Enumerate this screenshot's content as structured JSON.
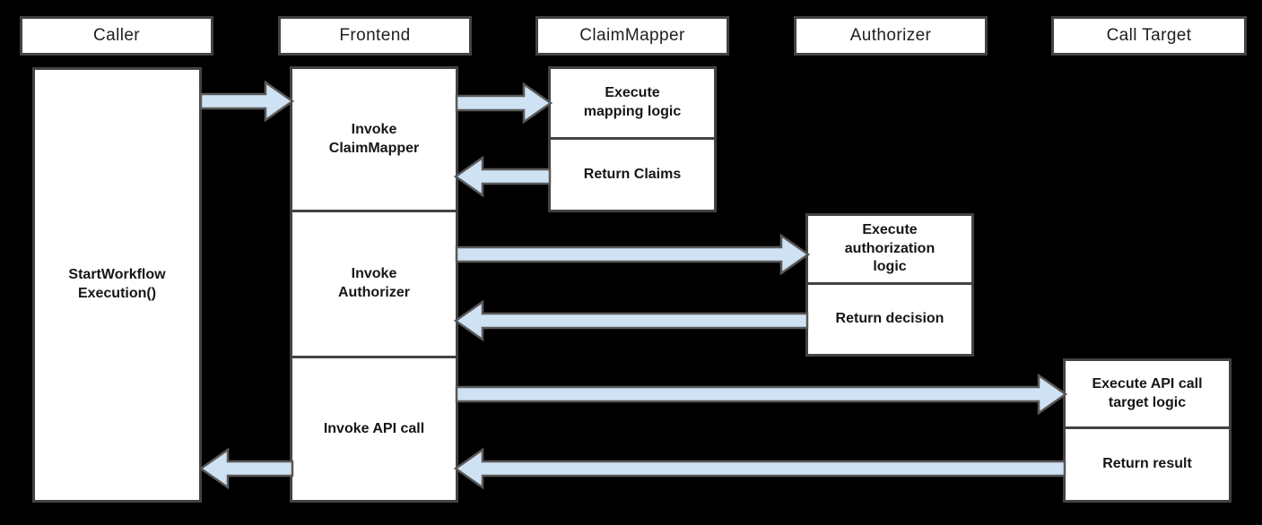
{
  "diagram_type": "sequence-diagram",
  "participants": [
    {
      "label": "Caller"
    },
    {
      "label": "Frontend"
    },
    {
      "label": "ClaimMapper"
    },
    {
      "label": "Authorizer"
    },
    {
      "label": "Call Target"
    }
  ],
  "tasks": {
    "caller": {
      "label": "StartWorkflow Execution()"
    },
    "frontend": [
      {
        "label": "Invoke ClaimMapper"
      },
      {
        "label": "Invoke Authorizer"
      },
      {
        "label": "Invoke API call"
      }
    ],
    "claimmapper": [
      {
        "label": "Execute mapping logic"
      },
      {
        "label": "Return Claims"
      }
    ],
    "authorizer": [
      {
        "label": "Execute authorization logic"
      },
      {
        "label": "Return decision"
      }
    ],
    "calltarget": [
      {
        "label": "Execute API call target logic"
      },
      {
        "label": "Return result"
      }
    ]
  },
  "arrows": [
    {
      "from": "Caller",
      "to": "Frontend",
      "direction": "right"
    },
    {
      "from": "Frontend",
      "to": "ClaimMapper",
      "direction": "right"
    },
    {
      "from": "ClaimMapper",
      "to": "Frontend",
      "direction": "left"
    },
    {
      "from": "Frontend",
      "to": "Authorizer",
      "direction": "right"
    },
    {
      "from": "Authorizer",
      "to": "Frontend",
      "direction": "left"
    },
    {
      "from": "Frontend",
      "to": "Call Target",
      "direction": "right"
    },
    {
      "from": "Call Target",
      "to": "Frontend",
      "direction": "left"
    },
    {
      "from": "Frontend",
      "to": "Caller",
      "direction": "left"
    }
  ],
  "colors": {
    "background": "#000000",
    "box_fill": "#ffffff",
    "box_border": "#434343",
    "arrow_fill": "#cfe2f3",
    "arrow_border": "#595959",
    "header_text": "#212121",
    "task_text": "#161616"
  }
}
